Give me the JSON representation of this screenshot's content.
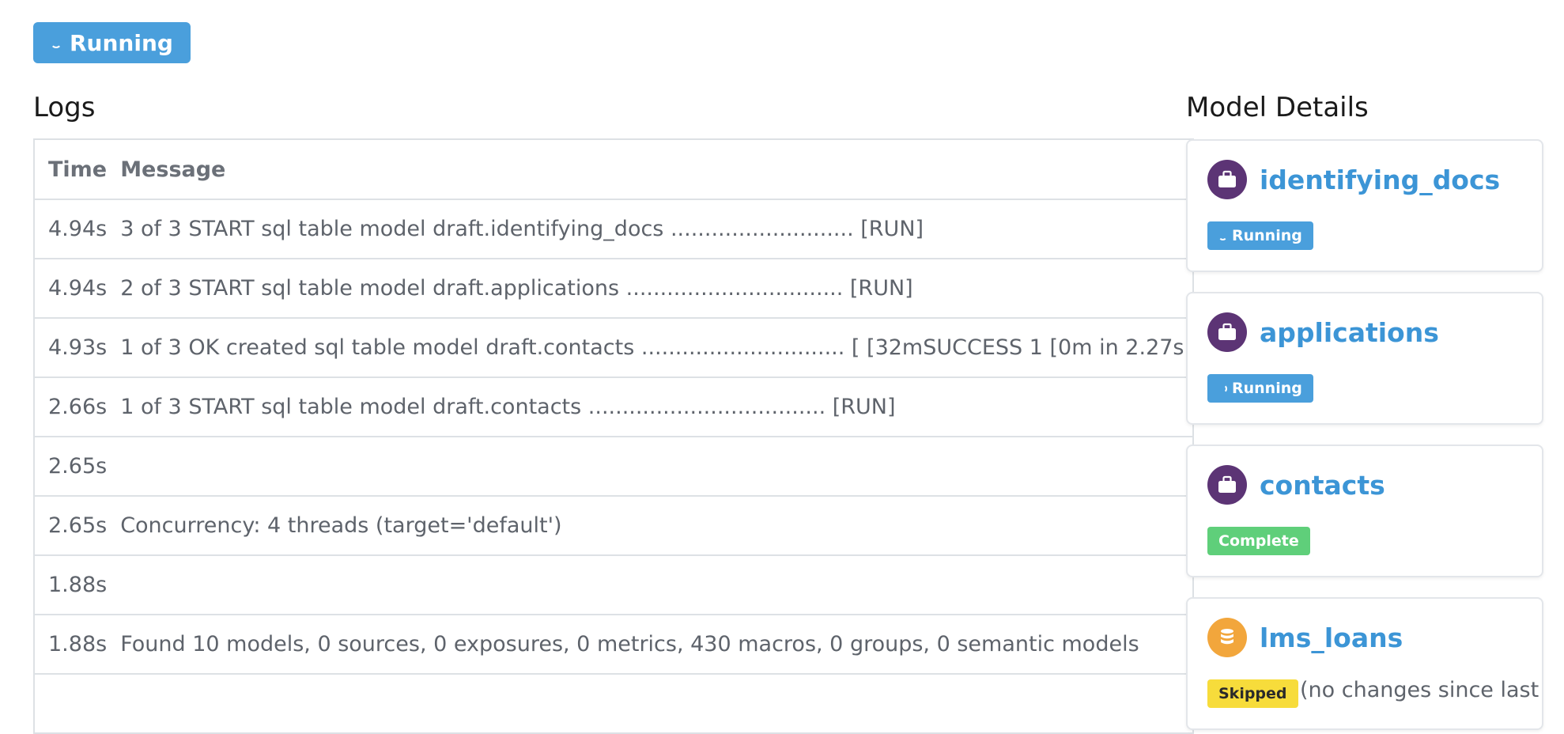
{
  "status": {
    "label": "Running"
  },
  "logs": {
    "title": "Logs",
    "columns": {
      "time": "Time",
      "message": "Message"
    },
    "rows": [
      {
        "time": "4.94s",
        "message": "3 of 3 START sql table model draft.identifying_docs ........................... [RUN]"
      },
      {
        "time": "4.94s",
        "message": "2 of 3 START sql table model draft.applications ................................ [RUN]"
      },
      {
        "time": "4.93s",
        "message": "1 of 3 OK created sql table model draft.contacts .............................. [ [32mSUCCESS 1 [0m in 2.27s]"
      },
      {
        "time": "2.66s",
        "message": "1 of 3 START sql table model draft.contacts ................................... [RUN]"
      },
      {
        "time": "2.65s",
        "message": ""
      },
      {
        "time": "2.65s",
        "message": "Concurrency: 4 threads (target='default')"
      },
      {
        "time": "1.88s",
        "message": ""
      },
      {
        "time": "1.88s",
        "message": "Found 10 models, 0 sources, 0 exposures, 0 metrics, 430 macros, 0 groups, 0 semantic models"
      }
    ]
  },
  "model_details": {
    "title": "Model Details",
    "models": [
      {
        "name": "identifying_docs",
        "icon": "briefcase-icon",
        "status": "Running"
      },
      {
        "name": "applications",
        "icon": "briefcase-icon",
        "status": "Running"
      },
      {
        "name": "contacts",
        "icon": "briefcase-icon",
        "status": "Complete"
      },
      {
        "name": "lms_loans",
        "icon": "database-icon",
        "status": "Skipped",
        "note": "(no changes since last"
      }
    ]
  },
  "colors": {
    "accent_blue": "#4a9fdc",
    "model_link": "#3c95d6",
    "model_icon_purple": "#5c3475",
    "model_icon_orange": "#f2a63c",
    "complete_green": "#5fcf7a",
    "skipped_yellow": "#f7dc3b"
  }
}
